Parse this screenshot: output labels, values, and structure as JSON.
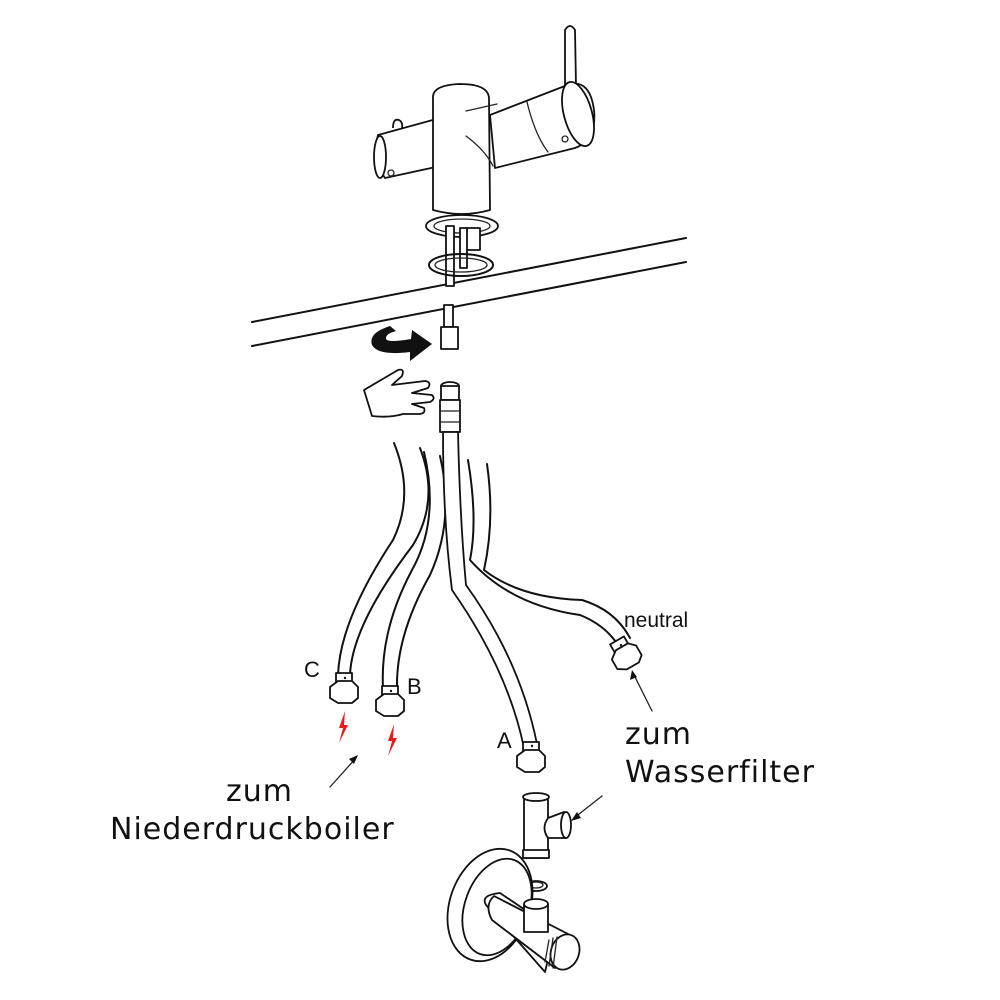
{
  "diagram": {
    "labels": {
      "neutral": "neutral",
      "hose_a": "A",
      "hose_b": "B",
      "hose_c": "C",
      "boiler_line1": "zum",
      "boiler_line2": "Niederdruckboiler",
      "filter_line1": "zum",
      "filter_line2": "Wasserfilter"
    },
    "colors": {
      "line": "#111111",
      "hot_warning": "#e81c1c",
      "background": "#ffffff"
    },
    "icons": [
      "faucet",
      "countertop",
      "rotate-arrow",
      "hand",
      "threaded-nipple",
      "flex-hose",
      "hex-nut",
      "lightning-bolt",
      "tee-fitting",
      "angle-valve",
      "pointer-arrow"
    ]
  }
}
